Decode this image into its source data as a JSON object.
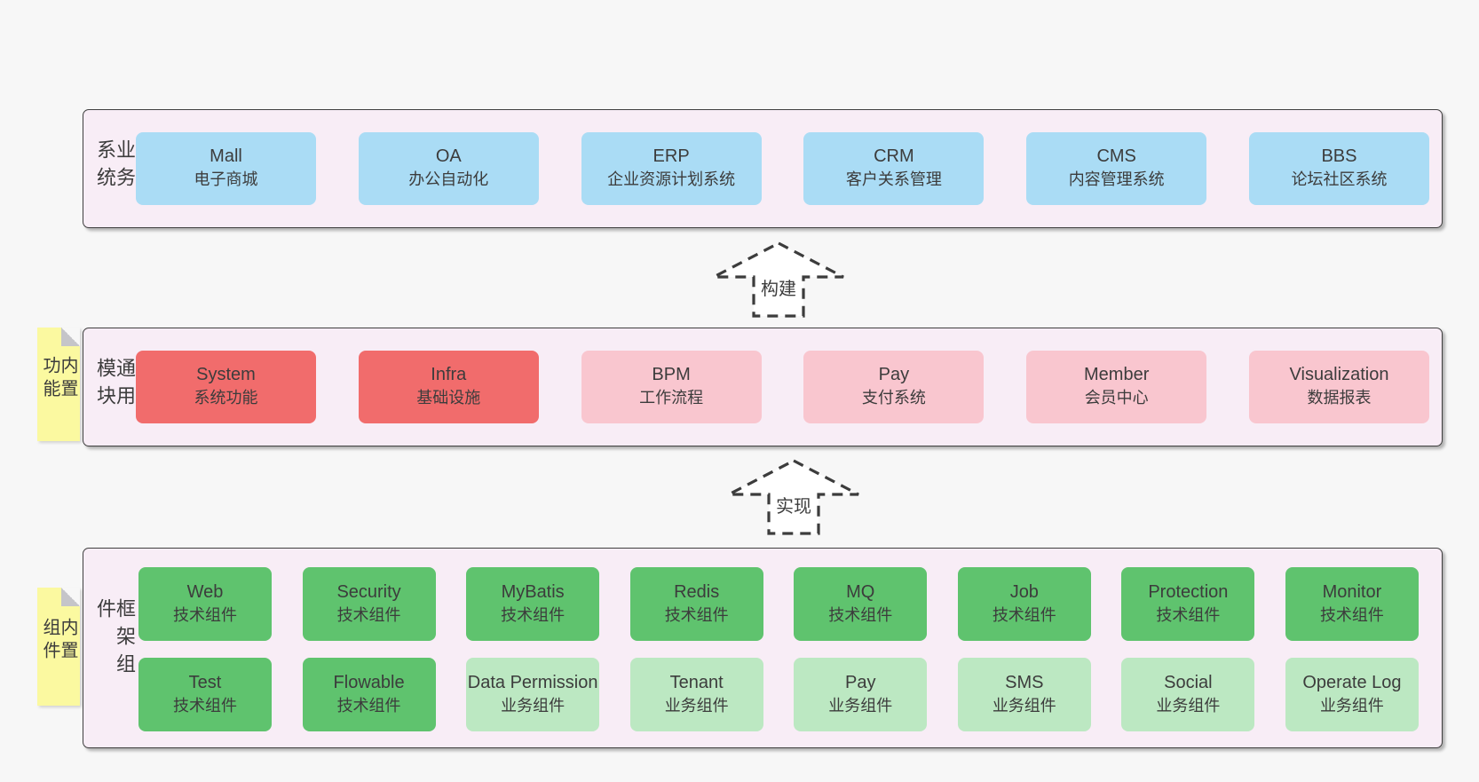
{
  "colors": {
    "page_bg": "#f7f7f7",
    "band_bg": "#f8edf6",
    "band_border": "#3f3f3f",
    "blue": "#aadcf5",
    "red": "#f16c6c",
    "pink": "#f9c6cf",
    "green_dark": "#5fc36e",
    "green_light": "#bce8c2",
    "sticky_yellow": "#fbf9a0",
    "fold_gray": "#c5c5c9",
    "text": "#3c3c3c",
    "arrow_stroke": "#3c3c3c",
    "arrow_fill": "#ffffff"
  },
  "layers": [
    {
      "label": "业务系统",
      "boxes": [
        {
          "title": "Mall",
          "subtitle": "电子商城"
        },
        {
          "title": "OA",
          "subtitle": "办公自动化"
        },
        {
          "title": "ERP",
          "subtitle": "企业资源计划系统"
        },
        {
          "title": "CRM",
          "subtitle": "客户关系管理"
        },
        {
          "title": "CMS",
          "subtitle": "内容管理系统"
        },
        {
          "title": "BBS",
          "subtitle": "论坛社区系统"
        }
      ]
    },
    {
      "label": "通用模块",
      "note": "内置功能",
      "boxes": [
        {
          "title": "System",
          "subtitle": "系统功能"
        },
        {
          "title": "Infra",
          "subtitle": "基础设施"
        },
        {
          "title": "BPM",
          "subtitle": "工作流程"
        },
        {
          "title": "Pay",
          "subtitle": "支付系统"
        },
        {
          "title": "Member",
          "subtitle": "会员中心"
        },
        {
          "title": "Visualization",
          "subtitle": "数据报表"
        }
      ]
    },
    {
      "label": "框架组件",
      "note": "内置组件",
      "rows": [
        [
          {
            "title": "Web",
            "subtitle": "技术组件"
          },
          {
            "title": "Security",
            "subtitle": "技术组件"
          },
          {
            "title": "MyBatis",
            "subtitle": "技术组件"
          },
          {
            "title": "Redis",
            "subtitle": "技术组件"
          },
          {
            "title": "MQ",
            "subtitle": "技术组件"
          },
          {
            "title": "Job",
            "subtitle": "技术组件"
          },
          {
            "title": "Protection",
            "subtitle": "技术组件"
          },
          {
            "title": "Monitor",
            "subtitle": "技术组件"
          }
        ],
        [
          {
            "title": "Test",
            "subtitle": "技术组件"
          },
          {
            "title": "Flowable",
            "subtitle": "技术组件"
          },
          {
            "title": "Data Permission",
            "subtitle": "业务组件"
          },
          {
            "title": "Tenant",
            "subtitle": "业务组件"
          },
          {
            "title": "Pay",
            "subtitle": "业务组件"
          },
          {
            "title": "SMS",
            "subtitle": "业务组件"
          },
          {
            "title": "Social",
            "subtitle": "业务组件"
          },
          {
            "title": "Operate Log",
            "subtitle": "业务组件"
          }
        ]
      ]
    }
  ],
  "arrows": [
    {
      "label": "构建"
    },
    {
      "label": "实现"
    }
  ]
}
